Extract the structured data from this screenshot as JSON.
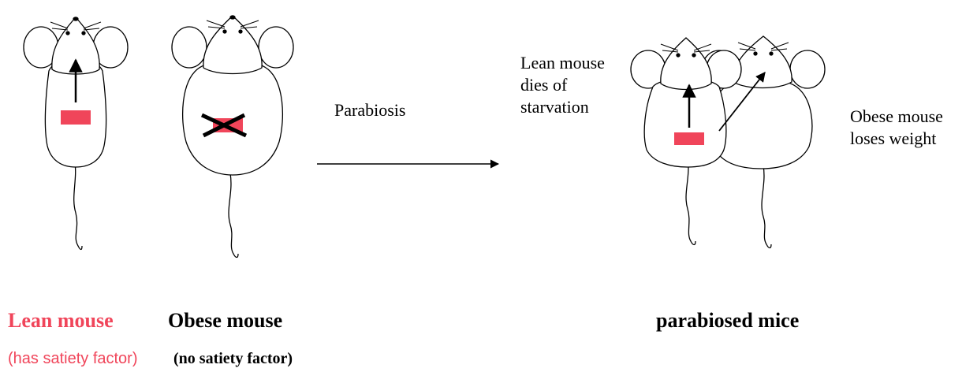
{
  "colors": {
    "lean_accent": "#f0455a",
    "satiety_box": "#f0455a",
    "outline": "#000000"
  },
  "labels": {
    "parabiosis": "Parabiosis",
    "lean_dies": [
      "Lean mouse",
      "dies of",
      "starvation"
    ],
    "obese_loses": [
      "Obese mouse",
      "loses weight"
    ],
    "lean_title": "Lean mouse",
    "obese_title": "Obese mouse",
    "parabiosed_title": "parabiosed mice",
    "lean_sub": "(has satiety factor)",
    "obese_sub": "(no satiety factor)"
  }
}
